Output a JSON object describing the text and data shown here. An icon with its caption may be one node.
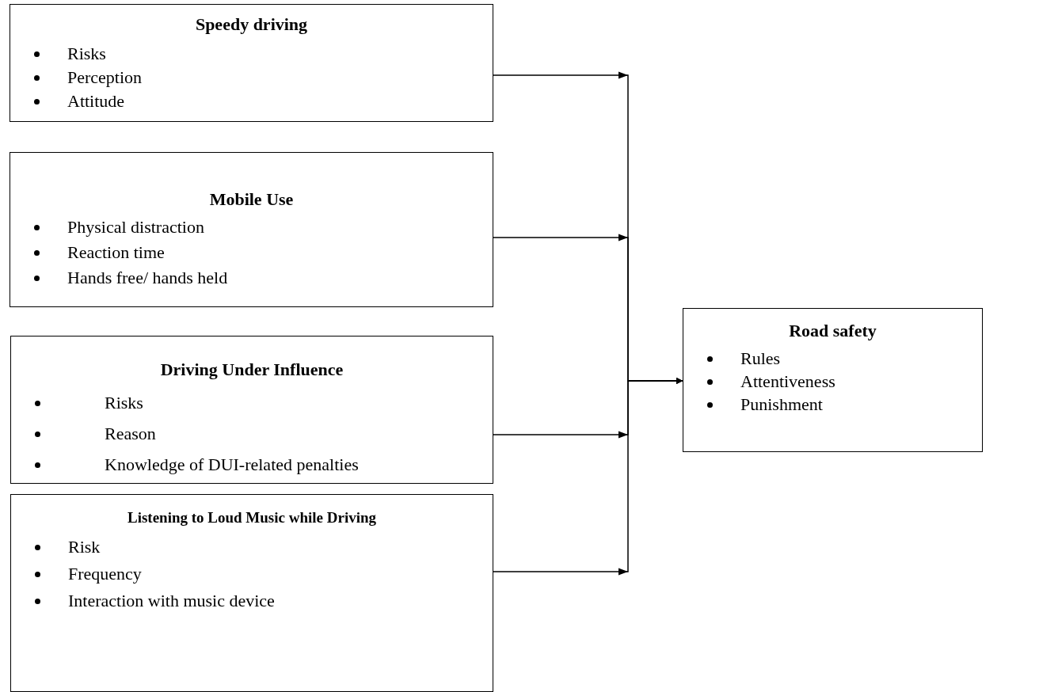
{
  "diagram": {
    "nodes": [
      {
        "text": [
          "Speedy driving",
          "Risks",
          "Perception",
          "Attitude"
        ]
      },
      {
        "text": [
          "Mobile Use",
          "Physical distraction",
          "Reaction time",
          "Hands free/ hands held"
        ]
      },
      {
        "text": [
          "Driving Under Influence",
          "Risks",
          "Reason",
          "Knowledge of DUI-related penalties"
        ]
      },
      {
        "text": [
          "Listening to Loud Music while Driving",
          "Risk",
          "Frequency",
          "Interaction with music device"
        ]
      },
      {
        "text": [
          "Road safety",
          "Rules",
          "Attentiveness",
          "Punishment"
        ]
      }
    ],
    "edges": [
      {
        "from": 0,
        "to": 4,
        "arrow": "to"
      },
      {
        "from": 1,
        "to": 4,
        "arrow": "to"
      },
      {
        "from": 2,
        "to": 4,
        "arrow": "to"
      },
      {
        "from": 3,
        "to": 4,
        "arrow": "to"
      }
    ]
  }
}
